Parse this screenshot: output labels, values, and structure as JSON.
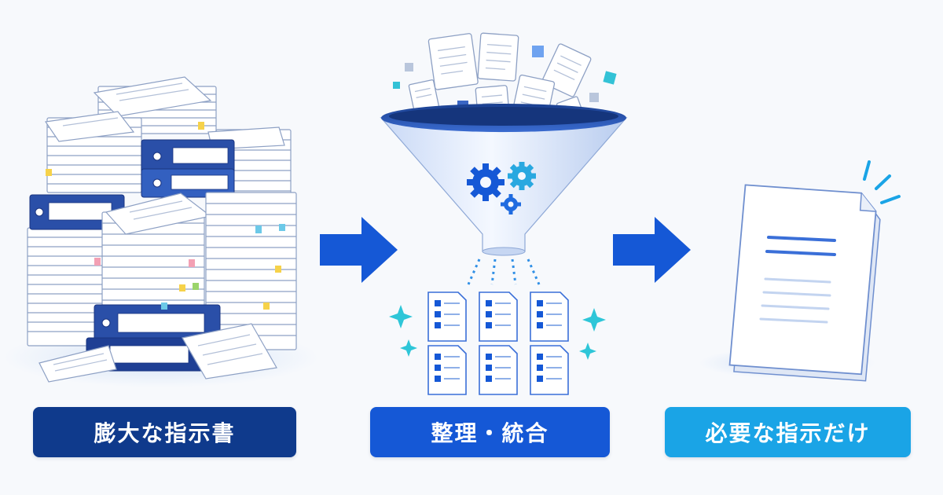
{
  "labels": {
    "step1": "膨大な指示書",
    "step2": "整理・統合",
    "step3": "必要な指示だけ"
  },
  "colors": {
    "step1": "#0f3a8c",
    "step2": "#1558d6",
    "step3": "#1aa4e6",
    "arrow": "#1558d6",
    "gear_blue": "#1558d6",
    "gear_cyan": "#29a8e0",
    "sparkle": "#2ec6d8"
  },
  "icons": [
    "document-stack",
    "binder",
    "funnel",
    "gear",
    "checklist-document",
    "sparkle",
    "arrow-right",
    "single-document"
  ]
}
